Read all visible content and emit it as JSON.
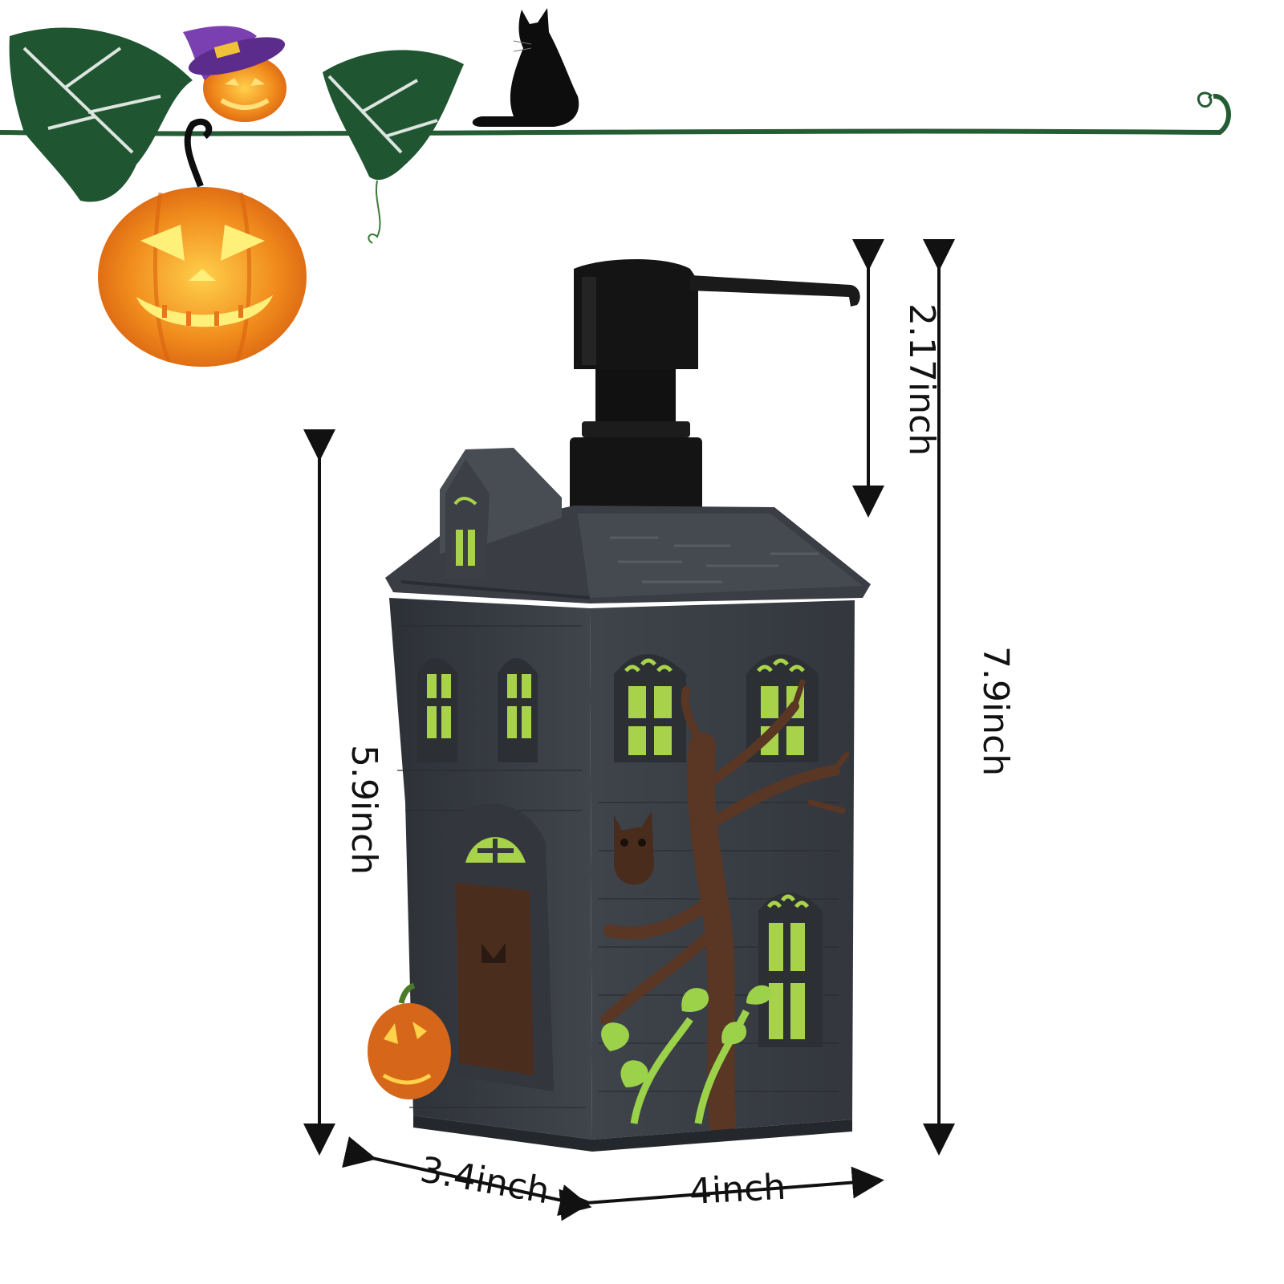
{
  "dimensions": {
    "pump_height": "2.17inch",
    "total_height": "7.9inch",
    "body_height": "5.9inch",
    "depth": "3.4inch",
    "width": "4inch"
  },
  "colors": {
    "ceramic": "#3c4046",
    "ceramic_light": "#555b63",
    "window_glow": "#a8d24a",
    "tree_brown": "#5a3624",
    "pumpkin": "#e8761b",
    "leaf_green": "#1d4b2b",
    "pump_black": "#141414",
    "arrow": "#111111"
  },
  "decorations": {
    "top_vine": [
      "leaf-icon",
      "leaf-icon",
      "witch-hat-pumpkin-icon",
      "cat-silhouette-icon",
      "hanging-jack-o-lantern-icon"
    ],
    "house_details": [
      "owl-icon",
      "bare-tree-icon",
      "small-pumpkin-icon",
      "arched-door-icon"
    ]
  }
}
